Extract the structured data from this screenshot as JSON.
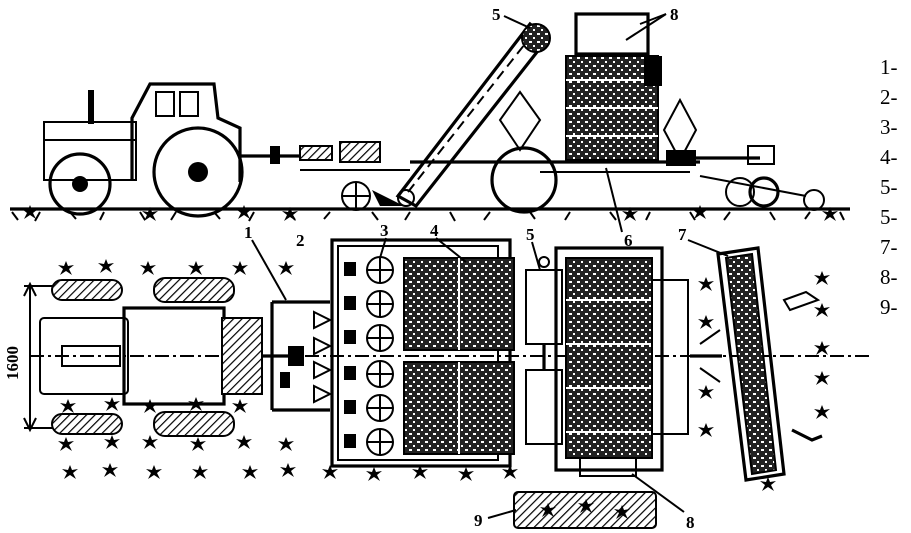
{
  "diagram": {
    "callouts_top": {
      "n5": "5",
      "n8": "8"
    },
    "callouts_plan": {
      "n1": "1",
      "n2": "2",
      "n3": "3",
      "n4": "4",
      "n5": "5",
      "n6": "6",
      "n7": "7",
      "n8": "8",
      "n9": "9"
    },
    "dimension": "1600",
    "legend": [
      "1-",
      "2-",
      "3-",
      "4-",
      "5-",
      "5-",
      "7-",
      "8-",
      "9-"
    ]
  }
}
